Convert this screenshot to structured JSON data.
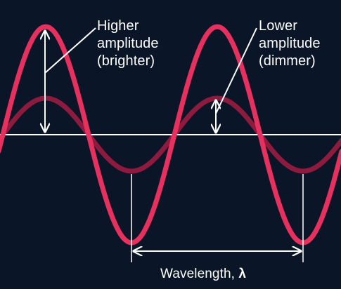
{
  "colors": {
    "background": "#0a1627",
    "bright_wave": "#e8305e",
    "dim_wave": "#8e1a3e",
    "annotation": "#ffffff"
  },
  "labels": {
    "higher_amplitude": [
      "Higher",
      "amplitude",
      "(brighter)"
    ],
    "lower_amplitude": [
      "Lower",
      "amplitude",
      "(dimmer)"
    ],
    "wavelength_text": "Wavelength, ",
    "wavelength_symbol": "λ"
  }
}
